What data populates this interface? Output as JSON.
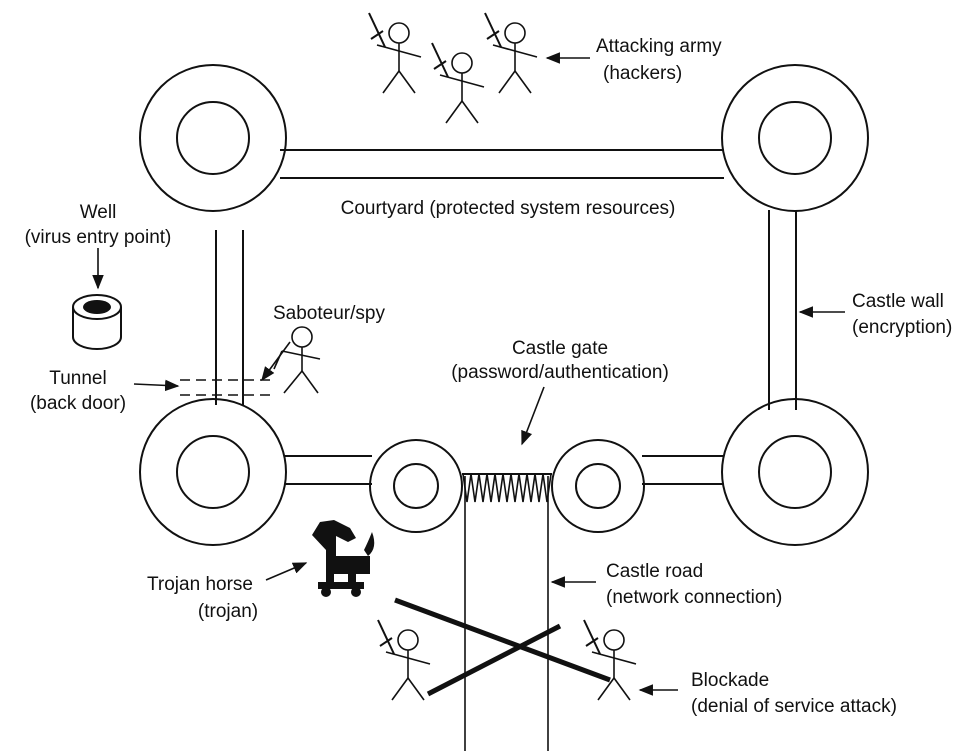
{
  "labels": {
    "attacking_army": [
      "Attacking army",
      "(hackers)"
    ],
    "courtyard": "Courtyard (protected system resources)",
    "well": [
      "Well",
      "(virus entry point)"
    ],
    "saboteur": "Saboteur/spy",
    "tunnel": [
      "Tunnel",
      "(back door)"
    ],
    "castle_gate": [
      "Castle gate",
      "(password/authentication)"
    ],
    "castle_wall": [
      "Castle wall",
      "(encryption)"
    ],
    "trojan_horse": [
      "Trojan horse",
      "(trojan)"
    ],
    "castle_road": [
      "Castle road",
      "(network connection)"
    ],
    "blockade": [
      "Blockade",
      "(denial of service attack)"
    ]
  },
  "colors": {
    "ink": "#111111",
    "background": "#ffffff"
  }
}
